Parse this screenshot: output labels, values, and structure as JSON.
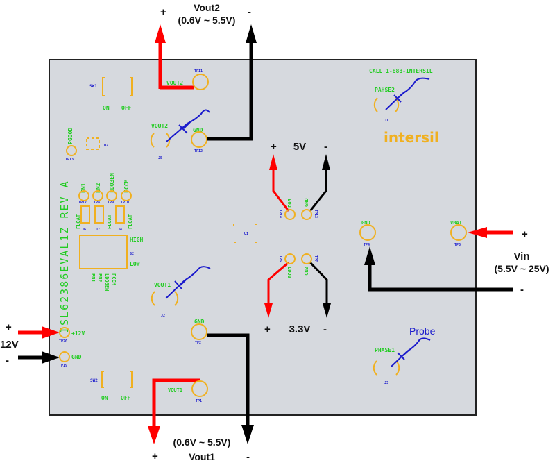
{
  "board": {
    "title": "ISL62386EVAL1Z REV A",
    "call_text": "CALL 1-888-INTERSIL",
    "logo": "intersil",
    "colors": {
      "board": "#d6d9de",
      "silk": "#22cc22",
      "ref": "#1a1acc",
      "pad": "#f0b020",
      "positive": "#ff0000",
      "negative": "#000000"
    }
  },
  "connections": {
    "vout2": {
      "name": "Vout2",
      "range": "(0.6V ~ 5.5V)",
      "plus": "+",
      "minus": "-"
    },
    "vout1": {
      "name": "Vout1",
      "range": "(0.6V ~ 5.5V)",
      "plus": "+",
      "minus": "-"
    },
    "v5": {
      "name": "5V",
      "plus": "+",
      "minus": "-"
    },
    "v33": {
      "name": "3.3V",
      "plus": "+",
      "minus": "-"
    },
    "vin": {
      "name": "Vin",
      "range": "(5.5V ~ 25V)",
      "plus": "+",
      "minus": "-"
    },
    "v12": {
      "name": "12V",
      "plus": "+",
      "minus": "-"
    },
    "probe_label": "Probe"
  },
  "testpoints": {
    "tp11": {
      "label": "VOUT2",
      "ref": "TP11"
    },
    "tp12": {
      "label": "GND",
      "ref": "TP12"
    },
    "j5": {
      "label": "VOUT2",
      "ref": "J5"
    },
    "tp13": {
      "label": "PGOOD",
      "ref": "TP13"
    },
    "tp17": {
      "label": "EN1",
      "ref": "TP17"
    },
    "tp8": {
      "label": "EN2",
      "ref": "TP8"
    },
    "tp9": {
      "label": "LDO3EN",
      "ref": "TP9"
    },
    "tp10": {
      "label": "FCCM",
      "ref": "TP10"
    },
    "tp14": {
      "label": "LDO5",
      "ref": "TP14"
    },
    "tp13b": {
      "label": "GND",
      "ref": "TP13"
    },
    "tp6": {
      "label": "LDO3",
      "ref": "TP6"
    },
    "tp7": {
      "label": "GND",
      "ref": "TP7"
    },
    "tp4": {
      "label": "GND",
      "ref": "TP4"
    },
    "tp3": {
      "label": "VBAT",
      "ref": "TP3"
    },
    "j1": {
      "label": "PAHSE2",
      "ref": "J1"
    },
    "j2": {
      "label": "VOUT1",
      "ref": "J2"
    },
    "tp2": {
      "label": "GND",
      "ref": "TP2"
    },
    "tp20": {
      "label": "+12V",
      "ref": "TP20"
    },
    "tp19": {
      "label": "GND",
      "ref": "TP19"
    },
    "tp1": {
      "label": "VOUT1",
      "ref": "TP1"
    },
    "j3": {
      "label": "PHASE1",
      "ref": "J3"
    }
  },
  "switches": {
    "sw1": {
      "ref": "SW1",
      "on": "ON",
      "off": "OFF"
    },
    "sw2": {
      "ref": "SW2",
      "on": "ON",
      "off": "OFF"
    },
    "s2": {
      "ref": "S2",
      "high": "HIGH",
      "low": "LOW",
      "labels": [
        "EN1",
        "EN2",
        "LDO3EN",
        "FCCM"
      ]
    }
  },
  "jumpers": {
    "float": "FLOAT",
    "refs": [
      "J6",
      "J7",
      "J4"
    ]
  },
  "components": {
    "u1": "U1",
    "d2": "D2"
  }
}
